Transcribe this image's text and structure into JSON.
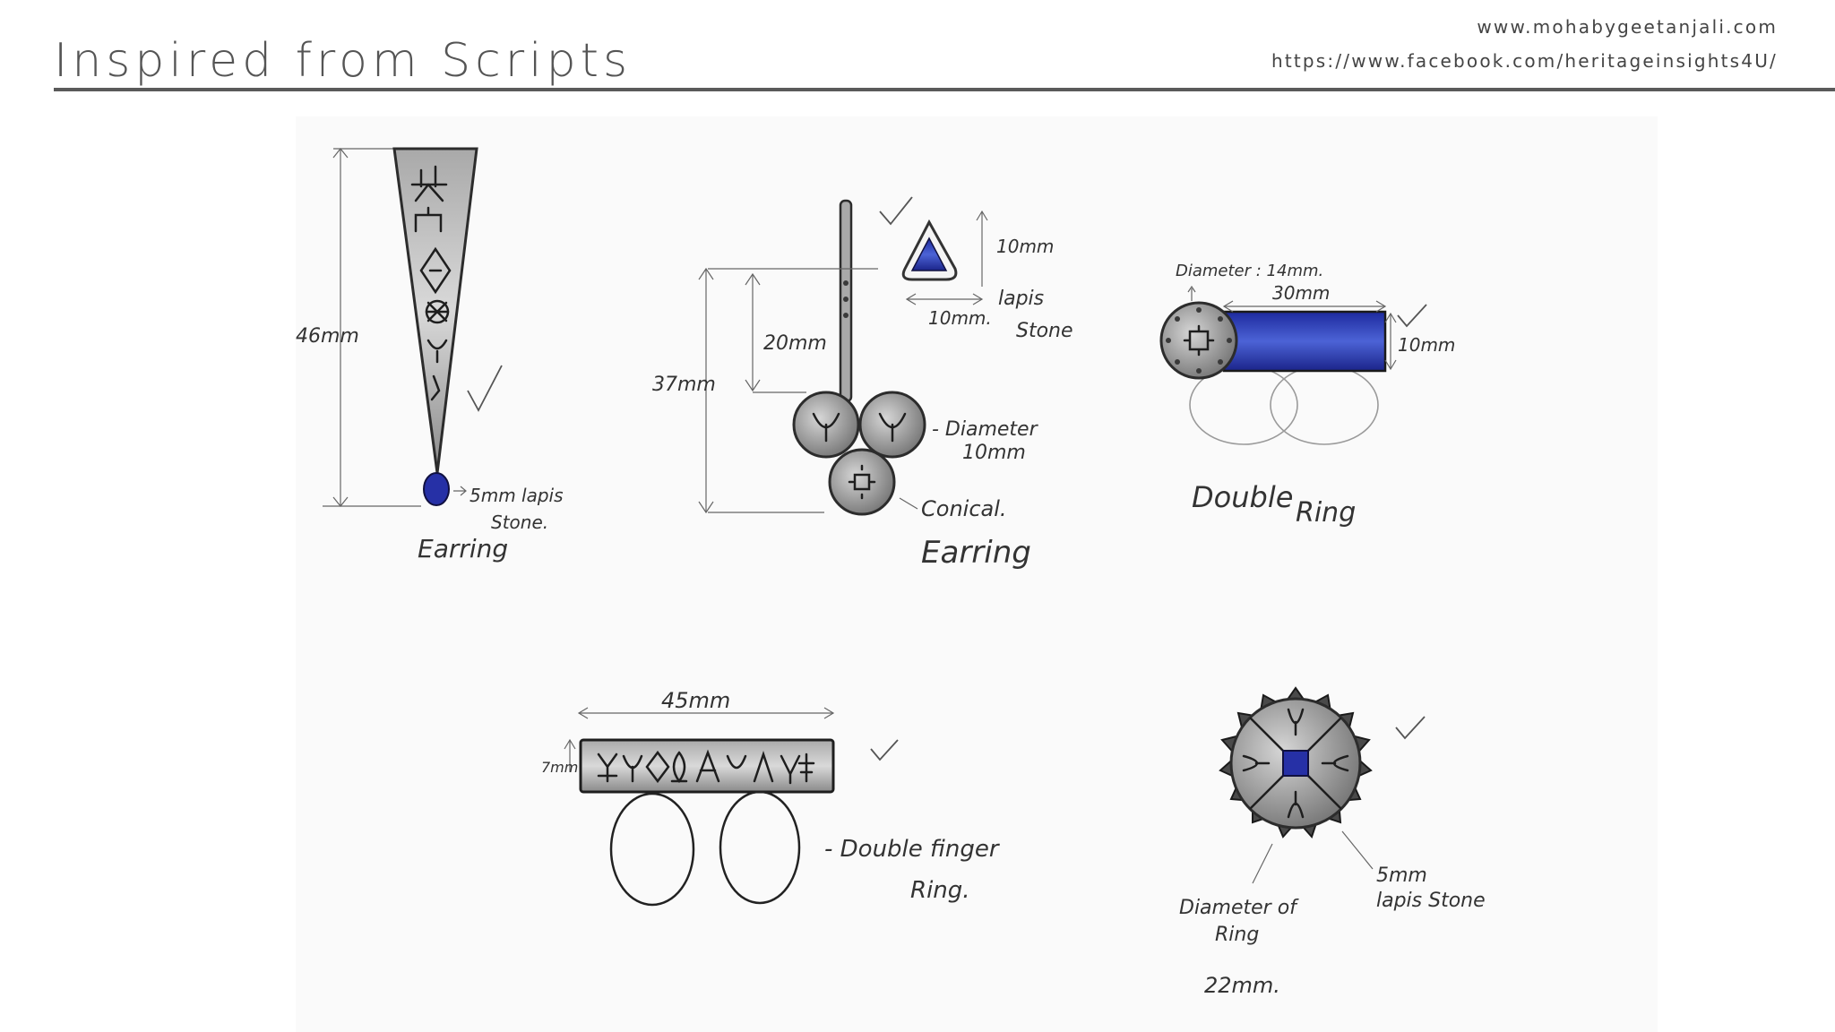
{
  "header": {
    "title": "Inspired from Scripts",
    "website": "www.mohabygeetanjali.com",
    "facebook": "https://www.facebook.com/heritageinsights4U/"
  },
  "sketch_labels": {
    "earring1_height": "46mm",
    "earring1_stone": "5mm lapis",
    "earring1_stone_2": "Stone.",
    "earring1_caption": "Earring",
    "earring2_triangle_h": "10mm",
    "earring2_triangle_w": "10mm.",
    "earring2_stone": "lapis",
    "earring2_stone_2": "Stone",
    "earring2_upper": "20mm",
    "earring2_total": "37mm",
    "earring2_diameter": "- Diameter",
    "earring2_diameter_2": "10mm",
    "earring2_conical": "Conical.",
    "earring2_caption": "Earring",
    "ring1_diameter": "Diameter : 14mm.",
    "ring1_length": "30mm",
    "ring1_height": "10mm",
    "ring1_caption": "Double",
    "ring1_caption_2": "Ring",
    "ring2_length": "45mm",
    "ring2_height": "7mm",
    "ring2_caption": "- Double finger",
    "ring2_caption_2": "Ring.",
    "ring3_stone": "5mm",
    "ring3_stone_2": "lapis Stone",
    "ring3_diameter": "Diameter of",
    "ring3_diameter_2": "Ring",
    "ring3_size": "22mm."
  }
}
